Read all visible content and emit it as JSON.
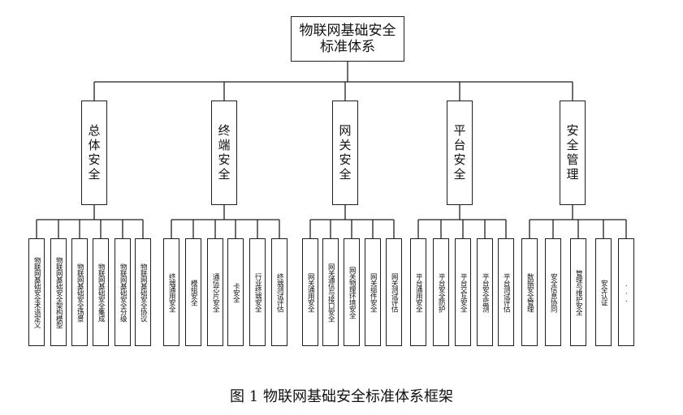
{
  "root": {
    "label": "物联网基础安全\n标准体系"
  },
  "categories": [
    {
      "label": "总体安全",
      "leaves": [
        "物联网基础安全术语定义",
        "物联网基础安全架构模型",
        "物联网基础安全场景",
        "物联网基础安全集成",
        "物联网基础安全分级",
        "物联网基础安全协议"
      ]
    },
    {
      "label": "终端安全",
      "leaves": [
        "终端通用安全",
        "模组安全",
        "通信芯片安全",
        "卡安全",
        "行业终端安全",
        "终端测试评估"
      ]
    },
    {
      "label": "网关安全",
      "leaves": [
        "网关通用安全",
        "网关通信与接口安全",
        "网关物理环境安全",
        "网关组件安全",
        "网关测试评估"
      ]
    },
    {
      "label": "平台安全",
      "leaves": [
        "平台通用安全",
        "平台安全防护",
        "平台交互安全",
        "平台安全监测",
        "平台测试评估"
      ]
    },
    {
      "label": "安全管理",
      "leaves": [
        "数据安全管理",
        "安全信息协同",
        "管理与维护安全",
        "安全认证",
        "..."
      ]
    }
  ],
  "caption": "图 1  物联网基础安全标准体系框架"
}
